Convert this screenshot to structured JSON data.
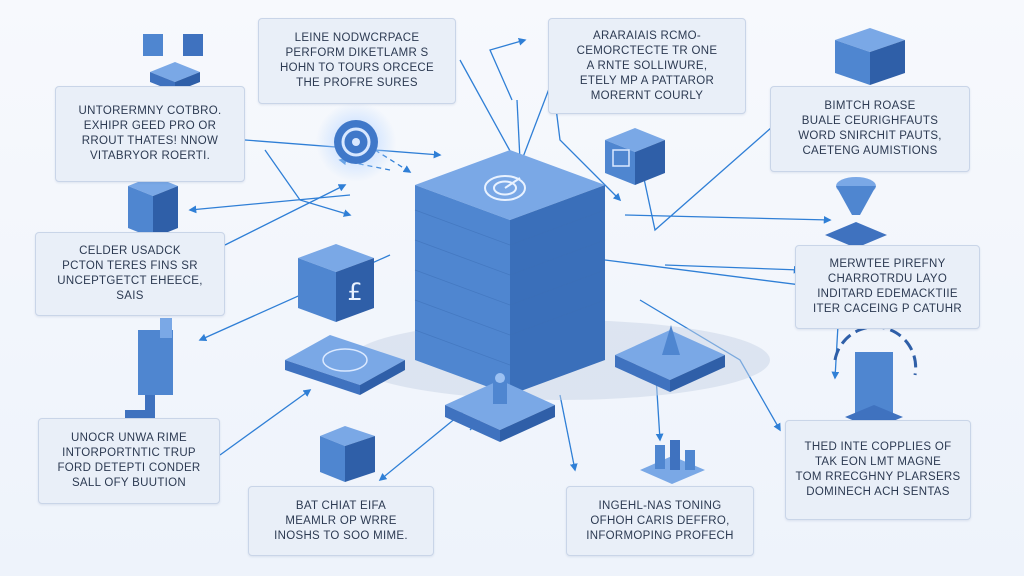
{
  "colors": {
    "background": "#f3f6fb",
    "box_fill": "#e9eff8",
    "box_border": "#c9d5e8",
    "connector": "#2f7fd6",
    "cube_front": "#4f86d0",
    "cube_side": "#3a6fba",
    "cube_top": "#7aa8e6",
    "text": "#2c3a52"
  },
  "icons": [
    "gear-icon",
    "pound-sign-icon",
    "target-icon",
    "funnel-icon",
    "server-rack-icon",
    "building-blocks-icon"
  ],
  "boxes": {
    "top_left": [
      "UNTORERMNY COTBRO.",
      "EXHIPR GEED PRO OR",
      "RROUT THATES! NNOW",
      "VITABRYOR ROERTI."
    ],
    "top_center": [
      "LEINE NODWCRPACE",
      "PERFORM DIKETLAMR S",
      "HOHN TO TOURS ORCECE",
      "THE PROFRE SURES"
    ],
    "top_right": [
      "ARARAIAIS RCMO-",
      "CEMORCTECTE TR ONE",
      "A RNTE SOLLIWURE,",
      "ETELY MP A PATTAROR",
      "MORERNT COURLY"
    ],
    "far_right_top": [
      "BIMTCH ROASE",
      "BUALE CEURIGHFAUTS",
      "WORD SNIRCHIT PAUTS,",
      "CAETENG AUMISTIONS"
    ],
    "mid_left": [
      "CELDER USADCK",
      "PCTON TERES FINS SR",
      "UNCEPTGETCT EHEECE,",
      "SAIS"
    ],
    "mid_right": [
      "MERWTEE PIREFNY",
      "CHARROTRDU LAYO",
      "INDITARD EDEMACKTIIE",
      "ITER CACEING P CATUHR"
    ],
    "bottom_left": [
      "UNOCR UNWA RIME",
      "INTORPORTNTIC TRUP",
      "FORD DETEPTI CONDER",
      "SALL OFY BUUTION"
    ],
    "bottom_center_left": [
      "BAT CHIAT EIFA",
      "MEAMLR OP WRRE",
      "INOSHS TO SOO MIME."
    ],
    "bottom_center_right": [
      "INGEHL-NAS TONING",
      "OFHOH CARIS DEFFRO,",
      "INFORMOPING PROFECH"
    ],
    "bottom_right": [
      "THED INTE COPPLIES OF",
      "TAK EON LMT MAGNE",
      "TOM RRECGHNY PLARSERS",
      "DOMINECH ACH SENTAS"
    ]
  }
}
